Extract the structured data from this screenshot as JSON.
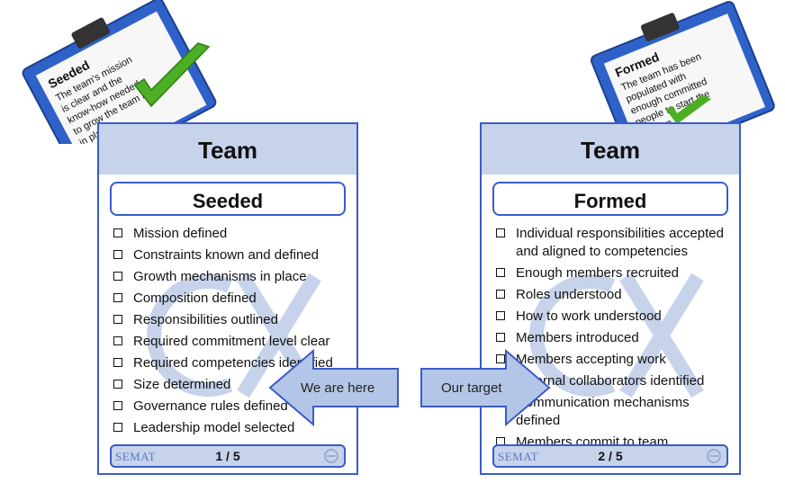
{
  "cards": [
    {
      "header": "Team",
      "state": "Seeded",
      "items": [
        "Mission defined",
        "Constraints known and defined",
        "Growth mechanisms in place",
        "Composition defined",
        "Responsibilities outlined",
        "Required commitment level clear",
        "Required competencies identified",
        "Size determined",
        "Governance rules defined",
        "Leadership model selected"
      ],
      "brand": "SEMAT",
      "page": "1 / 5"
    },
    {
      "header": "Team",
      "state": "Formed",
      "items": [
        "Individual responsibilities accepted and aligned to competencies",
        "Enough members recruited",
        "Roles understood",
        "How to work understood",
        "Members introduced",
        "Members accepting work",
        "External collaborators identified",
        "Communication mechanisms defined",
        "Members commit to team"
      ],
      "brand": "SEMAT",
      "page": "2 / 5"
    }
  ],
  "clipboards": [
    {
      "title": "Seeded",
      "text": "The team's mission is clear and the know-how needed to grow the team is in place."
    },
    {
      "title": "Formed",
      "text": "The team has been populated with enough committed people to start the mission."
    }
  ],
  "arrows": {
    "left": "We are here",
    "right": "Our target"
  },
  "colors": {
    "border": "#3b5bc9",
    "header_fill": "#c6d3ea",
    "arrow_fill": "#b4c6e7",
    "check": "#4caf23"
  }
}
